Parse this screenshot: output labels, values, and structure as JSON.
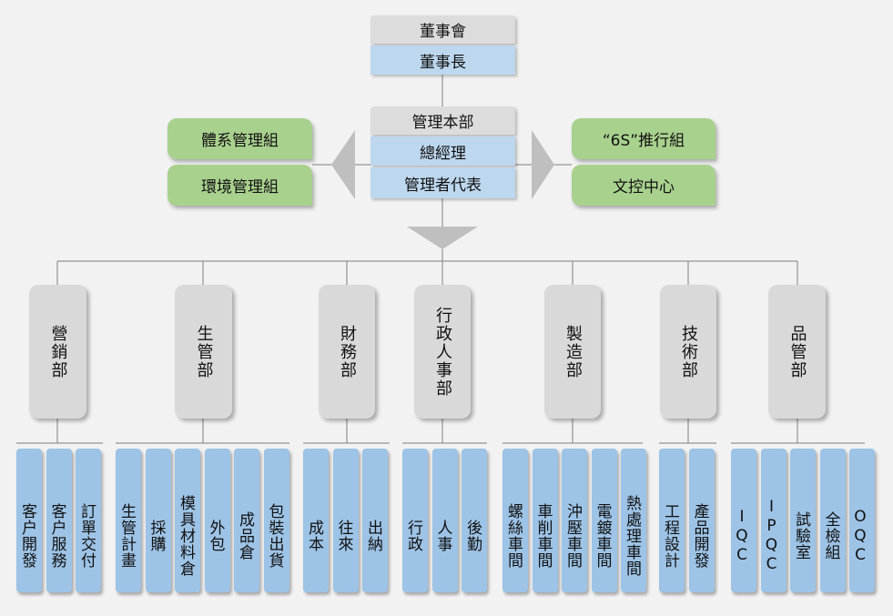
{
  "top": {
    "board": "董事會",
    "chairman": "董事長",
    "hq": "管理本部",
    "gm": "總經理",
    "rep": "管理者代表"
  },
  "left_groups": [
    "體系管理組",
    "環境管理組"
  ],
  "right_groups": [
    "“6S”推行組",
    "文控中心"
  ],
  "departments": [
    {
      "name": "營銷部",
      "subs": [
        "客户開發",
        "客户服務",
        "訂單交付"
      ]
    },
    {
      "name": "生管部",
      "subs": [
        "生管計畫",
        "採購",
        "模具材料倉",
        "外包",
        "成品倉",
        "包裝出貨"
      ]
    },
    {
      "name": "財務部",
      "subs": [
        "成本",
        "往來",
        "出納"
      ]
    },
    {
      "name": "行政人事部",
      "subs": [
        "行政",
        "人事",
        "後勤"
      ]
    },
    {
      "name": "製造部",
      "subs": [
        "螺絲車間",
        "車削車間",
        "沖壓車間",
        "電鍍車間",
        "熱處理車間"
      ]
    },
    {
      "name": "技術部",
      "subs": [
        "工程設計",
        "產品開發"
      ]
    },
    {
      "name": "品管部",
      "subs": [
        "IQC",
        "IPQC",
        "試驗室",
        "全檢組",
        "OQC"
      ]
    }
  ],
  "colors": {
    "header_grey": "#dcdcdc",
    "header_blue": "#bdd7ee",
    "group_green": "#a9d18e",
    "dept_grey": "#d9d9d9",
    "sub_blue": "#9dc3e6",
    "arrow_grey": "#bfbfbf"
  }
}
